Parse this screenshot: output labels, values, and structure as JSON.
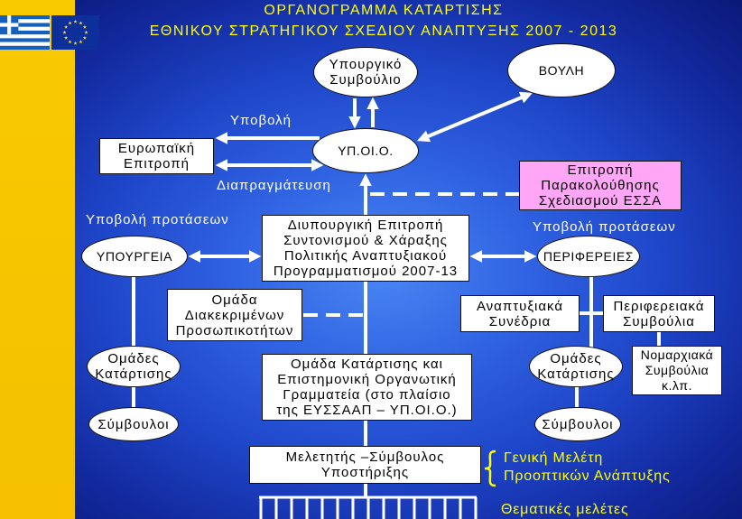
{
  "slide": {
    "title_line1": "ΟΡΓΑΝΟΓΡΑΜΜΑ ΚΑΤΑΡΤΙΣΗΣ",
    "title_line2": "ΕΘΝΙΚΟΥ ΣΤΡΑΤΗΓΙΚΟΥ ΣΧΕΔΙΟΥ ΑΝΑΠΤΥΞΗΣ 2007 - 2013"
  },
  "icons": {
    "flag_left": "greek-flag",
    "flag_right": "eu-flag",
    "brace": "curly-brace"
  },
  "colors": {
    "left_strip": "#F7C600",
    "background_blue": "#2A55D6",
    "title_text": "#FFFF00",
    "node_fill": "#FFFFFF",
    "highlight_node_fill": "#FFA6F7",
    "connector": "#FFFFFF",
    "annotation_text": "#FFFF00"
  },
  "nodes": {
    "cabinet": [
      "Υπουργικό",
      "Συμβούλιο"
    ],
    "parliament": [
      "ΒΟΥΛΗ"
    ],
    "ministry": [
      "ΥΠ.ΟΙ.Ο."
    ],
    "eu_commission": [
      "Ευρωπαϊκή",
      "Επιτροπή"
    ],
    "monitoring_committee": [
      "Επιτροπή",
      "Παρακολούθησης",
      "Σχεδιασμού ΕΣΣΑ"
    ],
    "interministerial": [
      "Διυπουργική Επιτροπή",
      "Συντονισμού & Χάραξης",
      "Πολιτικής Αναπτυξιακού",
      "Προγραμματισμού 2007-13"
    ],
    "ministries": [
      "ΥΠΟΥΡΓΕΙΑ"
    ],
    "regions": [
      "ΠΕΡΙΦΕΡΕΙΕΣ"
    ],
    "distinguished_group": [
      "Ομάδα",
      "Διακεκριμένων",
      "Προσωπικοτήτων"
    ],
    "dev_conferences": [
      "Αναπτυξιακά",
      "Συνέδρια"
    ],
    "regional_councils": [
      "Περιφερειακά",
      "Συμβούλια"
    ],
    "training_groups_left": [
      "Ομάδες",
      "Κατάρτισης"
    ],
    "training_team": [
      "Ομάδα Κατάρτισης και",
      "Επιστημονική Οργανωτική",
      "Γραμματεία (στο πλαίσιο",
      "της ΕΥΣΣΑΑΠ – ΥΠ.ΟΙ.Ο.)"
    ],
    "training_groups_right": [
      "Ομάδες",
      "Κατάρτισης"
    ],
    "prefectural_councils": [
      "Νομαρχιακά",
      "Συμβούλια",
      "κ.λπ."
    ],
    "consultants_left": [
      "Σύμβουλοι"
    ],
    "consultants_right": [
      "Σύμβουλοι"
    ],
    "researcher": [
      "Μελετητής –Σύμβουλος",
      "Υποστήριξης"
    ]
  },
  "labels": {
    "submission": "Υποβολή",
    "negotiation": "Διαπραγμάτευση",
    "proposals_left": "Υποβολή προτάσεων",
    "proposals_right": "Υποβολή προτάσεων",
    "general_study": [
      "Γενική Μελέτη",
      "Προοπτικών Ανάπτυξης"
    ],
    "thematic_studies": "Θεματικές μελέτες"
  }
}
